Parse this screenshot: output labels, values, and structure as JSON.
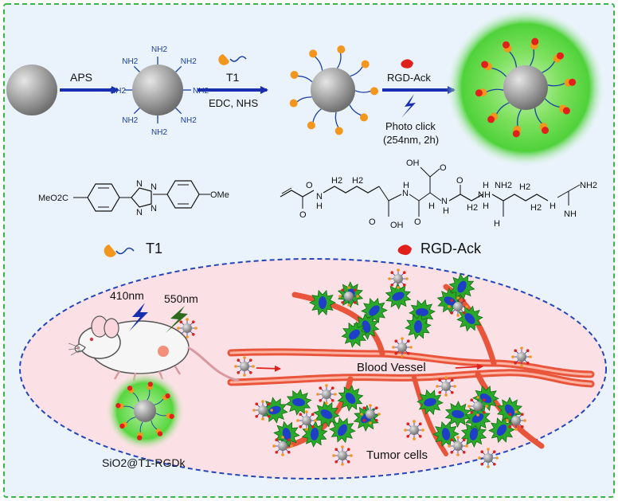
{
  "scheme": {
    "step1_reagent": "APS",
    "step2_reagent": "T1",
    "step2_conditions": "EDC, NHS",
    "step3_reagent": "RGD-Ack",
    "step3_conditions_line1": "Photo click",
    "step3_conditions_line2": "(254nm, 2h)",
    "amine_label": "NH2"
  },
  "molecules": {
    "t1_substituent_left": "MeO2C",
    "t1_substituent_right": "OMe",
    "rgd_atom_labels": [
      "N",
      "N",
      "N",
      "N",
      "N",
      "N",
      "N",
      "O",
      "O",
      "O",
      "O",
      "O",
      "O",
      "OH",
      "OH",
      "H",
      "H",
      "H",
      "H",
      "H",
      "H",
      "H",
      "H",
      "NH2",
      "NH2",
      "NH",
      "H2",
      "H2",
      "H2",
      "H2",
      "H2"
    ]
  },
  "legend": {
    "t1_label": "T1",
    "rgd_label": "RGD-Ack"
  },
  "in_vivo": {
    "wavelength_excitation": "410nm",
    "wavelength_emission": "550nm",
    "probe_label": "SiO2@T1-RGDk",
    "vessel_label": "Blood Vessel",
    "tumor_label": "Tumor cells"
  },
  "colors": {
    "frame_border": "#3bb54a",
    "frame_fill": "#eaf3fb",
    "arrow": "#1a2fb0",
    "particle": "#9a9a9a",
    "t1_orange": "#f2961d",
    "rgd_red": "#e0201a",
    "glow_green": "#4fd23a",
    "ellipse_border": "#2545b8",
    "ellipse_fill": "#fbe1e6",
    "vessel": "#e8553a",
    "cell_green": "#2aa82a",
    "nucleus_blue": "#1f3fc8"
  }
}
